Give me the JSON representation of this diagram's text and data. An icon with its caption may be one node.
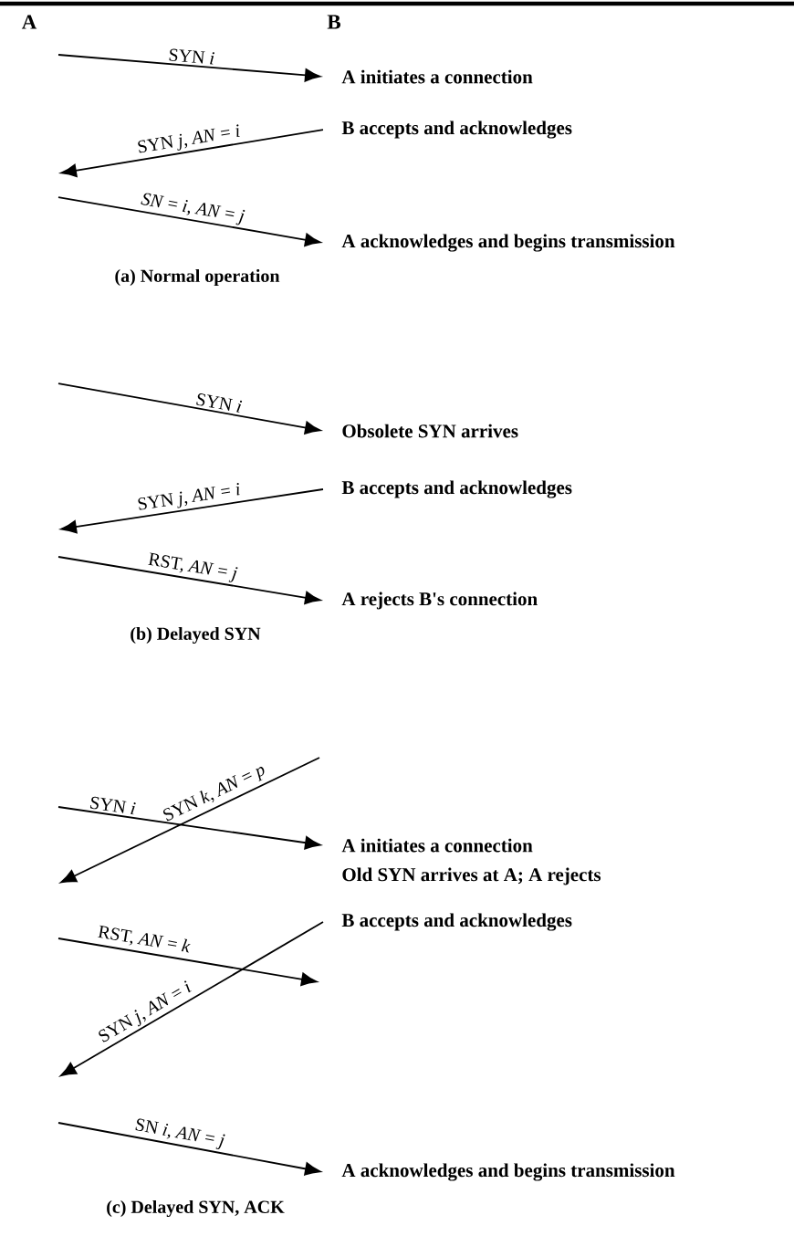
{
  "diagram": {
    "nodes": [
      {
        "text": [
          "A initiates a connection"
        ]
      },
      {
        "text": [
          "B accepts and acknowledges"
        ]
      },
      {
        "text": [
          "A acknowledges and begins transmission"
        ]
      },
      {
        "text": [
          "Obsolete SYN arrives"
        ]
      },
      {
        "text": [
          "B accepts and acknowledges"
        ]
      },
      {
        "text": [
          "A rejects B's connection"
        ]
      },
      {
        "text": [
          "A initiates a connection"
        ]
      },
      {
        "text": [
          "Old SYN arrives at A; A rejects"
        ]
      },
      {
        "text": [
          "B accepts and acknowledges"
        ]
      },
      {
        "text": [
          "A acknowledges and begins transmission"
        ]
      }
    ],
    "edges": [
      {
        "from": null,
        "to": 0,
        "arrow": "to",
        "label": "SYN *i*"
      },
      {
        "from": 1,
        "to": null,
        "arrow": "to",
        "label": "SYN *j*, *AN* = *i*"
      },
      {
        "from": null,
        "to": 2,
        "arrow": "to",
        "label": "*SN* = *i*, *AN* = *j*"
      },
      {
        "from": null,
        "to": 3,
        "arrow": "to",
        "label": "SYN *i*"
      },
      {
        "from": 4,
        "to": null,
        "arrow": "to",
        "label": "SYN *j*, *AN* = *i*"
      },
      {
        "from": null,
        "to": 5,
        "arrow": "to",
        "label": "RST, *AN* = *j*"
      },
      {
        "from": null,
        "to": 6,
        "arrow": "to",
        "label": "SYN *i*"
      },
      {
        "from": 8,
        "to": null,
        "arrow": "to",
        "label": "SYN *j*, *AN* = *i*"
      },
      {
        "from": null,
        "to": 9,
        "arrow": "to",
        "label": "SN *i*, *AN* = *j*"
      }
    ],
    "labels": [
      "A",
      "B",
      "(a) Normal operation",
      "(b) Delayed SYN",
      "SYN *k*, *AN* = *p*",
      "RST, *AN* = *k*",
      "(c) Delayed SYN, ACK"
    ]
  }
}
